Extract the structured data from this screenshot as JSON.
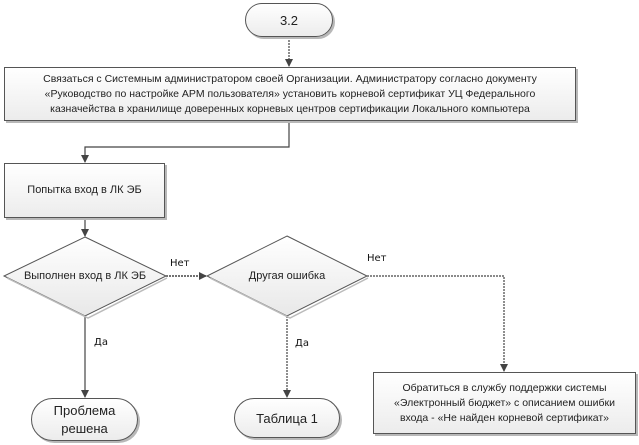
{
  "diagram": {
    "nodes": {
      "start": {
        "type": "terminal",
        "text": "3.2"
      },
      "contact_admin": {
        "type": "process",
        "lines": [
          "Связаться с Системным администратором своей Организации. Администратору согласно документу",
          "«Руководство по настройке АРМ пользователя» установить корневой сертификат УЦ Федерального",
          "казначейства в хранилище доверенных корневых центров сертификации Локального компьютера"
        ]
      },
      "login_attempt": {
        "type": "process",
        "text": "Попытка вход в ЛК ЭБ"
      },
      "login_done": {
        "type": "decision",
        "text": "Выполнен вход в ЛК ЭБ"
      },
      "other_error": {
        "type": "decision",
        "text": "Другая ошибка"
      },
      "solved": {
        "type": "terminal",
        "lines": [
          "Проблема",
          "решена"
        ]
      },
      "table1": {
        "type": "terminal",
        "text": "Таблица 1"
      },
      "support": {
        "type": "process",
        "lines": [
          "Обратиться в службу поддержки системы",
          "«Электронный бюджет» с описанием ошибки",
          "входа - «Не найден корневой сертификат»"
        ]
      }
    },
    "edges": [
      {
        "from": "start",
        "to": "contact_admin",
        "label": ""
      },
      {
        "from": "contact_admin",
        "to": "login_attempt",
        "label": ""
      },
      {
        "from": "login_attempt",
        "to": "login_done",
        "label": ""
      },
      {
        "from": "login_done",
        "to": "other_error",
        "label": "Нет"
      },
      {
        "from": "login_done",
        "to": "solved",
        "label": "Да"
      },
      {
        "from": "other_error",
        "to": "support",
        "label": "Нет"
      },
      {
        "from": "other_error",
        "to": "table1",
        "label": "Да"
      }
    ],
    "colors": {
      "line": "#444444",
      "border": "#555555",
      "fill_top": "#ffffff",
      "fill_bottom": "#ececec"
    }
  }
}
